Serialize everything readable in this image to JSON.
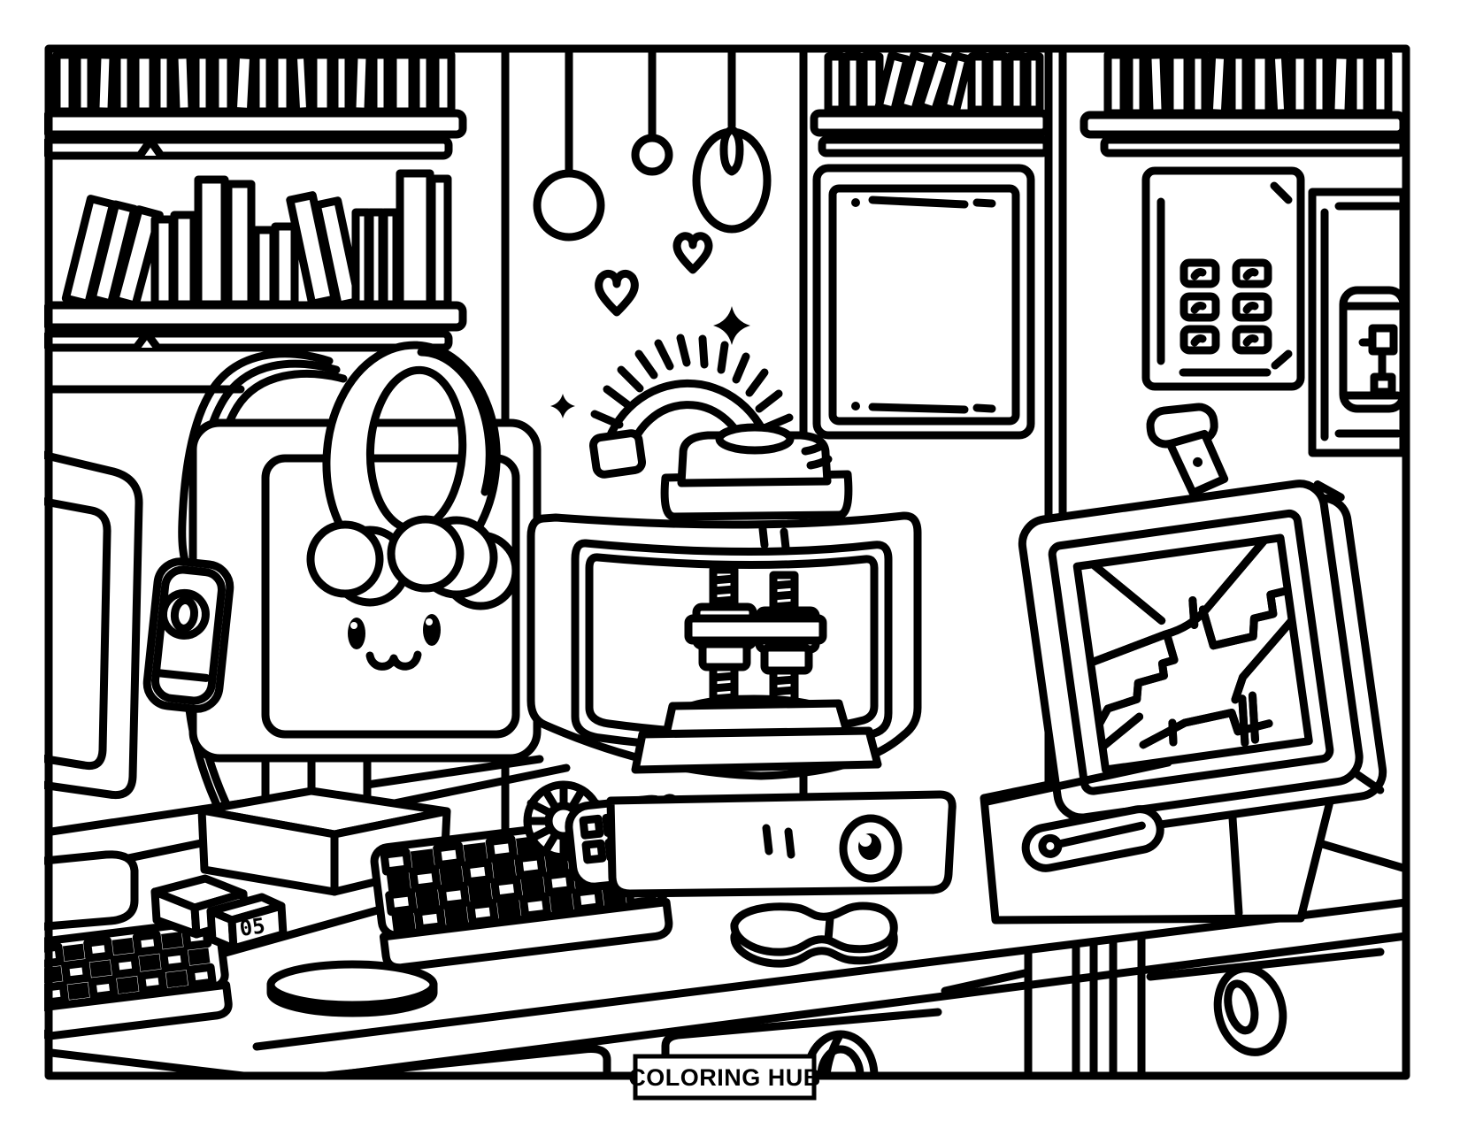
{
  "page": {
    "background": "#ffffff",
    "ink": "#000000",
    "style": "black-and-white coloring page line art"
  },
  "footer": {
    "brand": "COLORING HUB"
  },
  "cube": {
    "digits": "05"
  },
  "scene": {
    "objects": [
      "bookshelf-top-left",
      "bookshelf-second-row-left",
      "bookshelf-top-middle",
      "bookshelf-top-right",
      "pendant-lamp-large",
      "pendant-lamp-small",
      "pendant-lamp-teardrop",
      "heart-doodle-1",
      "heart-doodle-2",
      "sparkle-doodle-1",
      "sparkle-doodle-2",
      "poster-frame",
      "keypad-wall-panel",
      "wall-frame-right",
      "light-switch-box",
      "cute-monitor-with-face",
      "headphones",
      "inline-mic-remote",
      "secondary-monitor",
      "secondary-keyboard",
      "main-keyboard",
      "monitor-pedestal",
      "3d-printer",
      "flex-duct-arch",
      "threaded-rods",
      "print-platform",
      "printer-knob",
      "coiled-cable",
      "button-cylinder-device",
      "small-cube",
      "digit-cube",
      "round-coaster",
      "printed-blob-part",
      "tablet-kiosk-with-map-screen",
      "tablet-stand",
      "stand-antenna-clamp",
      "desk",
      "drawer-left",
      "drawer-center",
      "drawer-right",
      "ring-drawer-handle",
      "arch-drawer-handle"
    ]
  }
}
